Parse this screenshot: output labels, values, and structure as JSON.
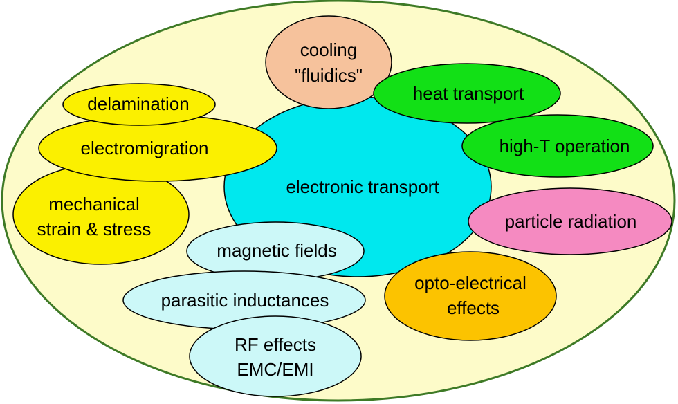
{
  "diagram": {
    "container": {
      "fill": "#fdfbc9",
      "stroke": "#3e7a26"
    },
    "bubbles": [
      {
        "id": "electronic-transport",
        "lines": [
          "electronic transport"
        ],
        "fill": "#00e8ee"
      },
      {
        "id": "cooling-fluidics",
        "lines": [
          "cooling",
          "\"fluidics\""
        ],
        "fill": "#f6c29c"
      },
      {
        "id": "heat-transport",
        "lines": [
          "heat transport"
        ],
        "fill": "#12e016"
      },
      {
        "id": "high-t-operation",
        "lines": [
          "high-T operation"
        ],
        "fill": "#12e016"
      },
      {
        "id": "particle-radiation",
        "lines": [
          "particle radiation"
        ],
        "fill": "#f58ac1"
      },
      {
        "id": "opto-electrical-effects",
        "lines": [
          "opto-electrical",
          "effects"
        ],
        "fill": "#fcc300"
      },
      {
        "id": "delamination",
        "lines": [
          "delamination"
        ],
        "fill": "#fbf000"
      },
      {
        "id": "electromigration",
        "lines": [
          "electromigration"
        ],
        "fill": "#fbf000"
      },
      {
        "id": "mechanical-strain-stress",
        "lines": [
          "mechanical",
          "strain & stress"
        ],
        "fill": "#fbf000"
      },
      {
        "id": "magnetic-fields",
        "lines": [
          "magnetic fields"
        ],
        "fill": "#ccf8f8"
      },
      {
        "id": "parasitic-inductances",
        "lines": [
          "parasitic inductances"
        ],
        "fill": "#ccf8f8"
      },
      {
        "id": "rf-effects-emc-emi",
        "lines": [
          "RF effects",
          "EMC/EMI"
        ],
        "fill": "#ccf8f8"
      }
    ]
  }
}
